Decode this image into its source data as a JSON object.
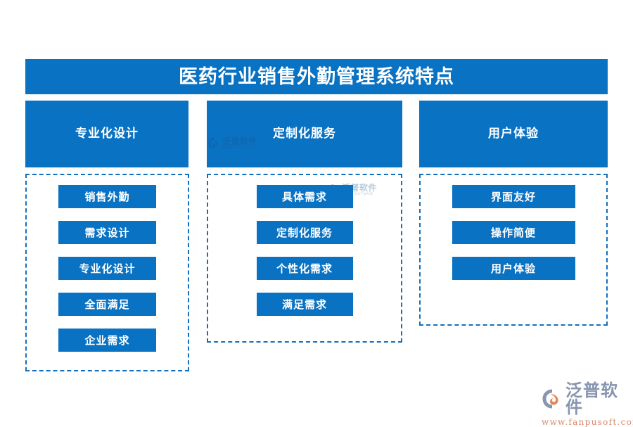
{
  "title": {
    "text": "医药行业销售外勤管理系统特点"
  },
  "columns": [
    {
      "header": "专业化设计",
      "items": [
        "销售外勤",
        "需求设计",
        "专业化设计",
        "全面满足",
        "企业需求"
      ]
    },
    {
      "header": "定制化服务",
      "items": [
        "具体需求",
        "定制化服务",
        "个性化需求",
        "满足需求"
      ]
    },
    {
      "header": "用户体验",
      "items": [
        "界面友好",
        "操作简便",
        "用户体验"
      ]
    }
  ],
  "watermarks": [
    {
      "cn": "泛普软件",
      "en": "FANPU SOFTWARE"
    },
    {
      "cn": "泛普软件",
      "en": "FANPU SOFTWARE"
    }
  ],
  "brand": {
    "name": "泛普软件",
    "url": "www.fanpusoft.com"
  },
  "colors": {
    "primary_blue": "#0a72c2",
    "dashed_border": "#1370bd",
    "text_on_blue": "#ffffff",
    "background": "#ffffff",
    "brand_gray": "#8795b0",
    "brand_orange": "#e08a5a",
    "brand_url": "#d98a6a"
  }
}
